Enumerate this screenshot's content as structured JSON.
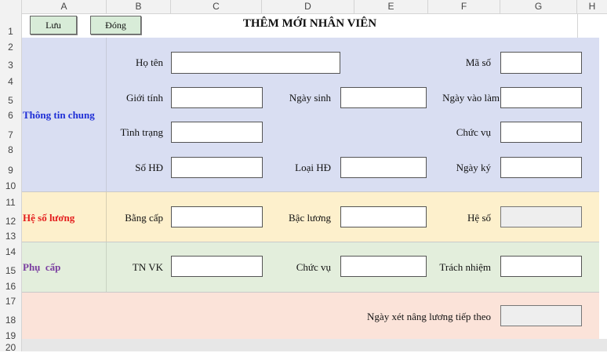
{
  "columns": [
    "A",
    "B",
    "C",
    "D",
    "E",
    "F",
    "G",
    "H"
  ],
  "rows": [
    "1",
    "2",
    "3",
    "4",
    "5",
    "6",
    "7",
    "8",
    "9",
    "10",
    "11",
    "12",
    "13",
    "14",
    "15",
    "16",
    "17",
    "18",
    "19",
    "20"
  ],
  "toolbar": {
    "save_label": "Lưu",
    "close_label": "Đóng"
  },
  "form_title": "THÊM MỚI NHÂN VIÊN",
  "sections": {
    "general": {
      "label": "Thông tin chung",
      "fields": {
        "ho_ten": "Họ tên",
        "ma_so": "Mã số",
        "gioi_tinh": "Giới tính",
        "ngay_sinh": "Ngày sinh",
        "ngay_vao_lam": "Ngày vào làm",
        "tinh_trang": "Tình trạng",
        "chuc_vu": "Chức vụ",
        "so_hd": "Số HĐ",
        "loai_hd": "Loại HĐ",
        "ngay_ky": "Ngày ký"
      }
    },
    "salary": {
      "label": "Hệ số lương",
      "fields": {
        "bang_cap": "Bằng cấp",
        "bac_luong": "Bậc lương",
        "he_so": "Hệ số"
      }
    },
    "allowance": {
      "label": "Phụ  cấp",
      "fields": {
        "tn_vk": "TN VK",
        "chuc_vu": "Chức vụ",
        "trach_nhiem": "Trách nhiệm"
      }
    },
    "next": {
      "label": "Ngày xét nâng lương tiếp theo"
    }
  },
  "colors": {
    "general_bg": "#d9def2",
    "salary_bg": "#fdf0cc",
    "allowance_bg": "#e3eedc",
    "next_bg": "#fbe3d9",
    "general_text": "#1f2fd6",
    "salary_text": "#e41d1d",
    "allowance_text": "#7a3da0"
  }
}
